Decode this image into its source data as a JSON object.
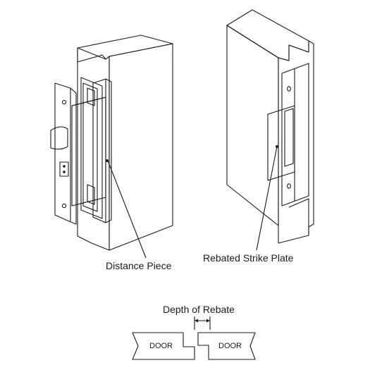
{
  "labels": {
    "distance_piece": "Distance Piece",
    "rebated_strike_plate": "Rebated Strike Plate",
    "depth_of_rebate": "Depth of Rebate",
    "door_left": "DOOR",
    "door_right": "DOOR"
  },
  "colors": {
    "wood_top": "#c9c9c9",
    "wood_front": "#a8a8a8",
    "wood_side": "#e6e6e6",
    "metal": "#f7f7f7",
    "outline": "#1a1a1a"
  }
}
